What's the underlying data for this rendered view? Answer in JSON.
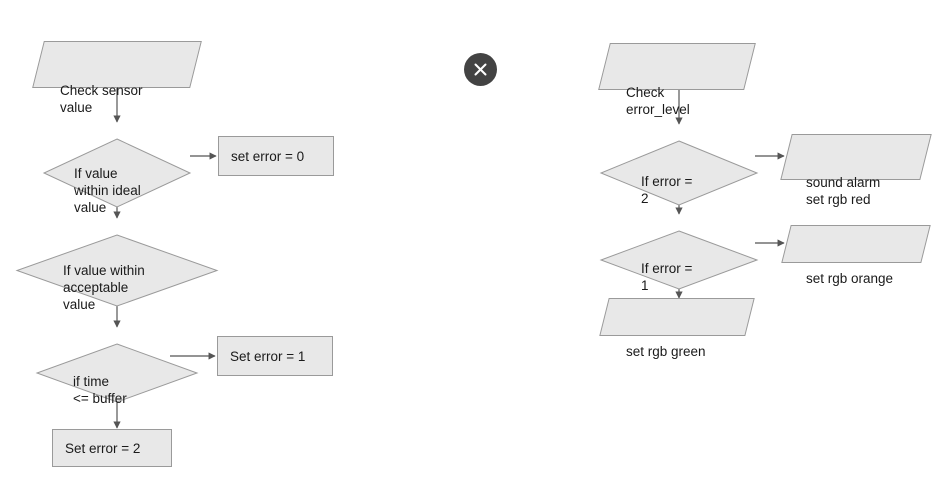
{
  "page": {
    "background_color": "#ffffff",
    "shape_fill_color": "#e8e8e8",
    "shape_border_color": "#9a9a9a",
    "text_color": "#1a1a1a"
  },
  "close_button": {
    "icon": "close-icon",
    "glyph": "✕",
    "background_color": "#434343",
    "glyph_color": "#ffffff"
  },
  "flowcharts": [
    {
      "id": "sensor-error-classification",
      "nodes": [
        {
          "id": "check-sensor-value",
          "shape": "parallelogram",
          "label": "Check sensor\nvalue"
        },
        {
          "id": "if-value-within-ideal-value",
          "shape": "diamond",
          "label": "If value\nwithin ideal\nvalue"
        },
        {
          "id": "set-error-0",
          "shape": "rectangle",
          "label": "set error = 0"
        },
        {
          "id": "if-value-within-acceptable-value",
          "shape": "diamond",
          "label": "If value within\nacceptable\nvalue"
        },
        {
          "id": "if-time-lte-buffer",
          "shape": "diamond",
          "label": "if time\n<= buffer"
        },
        {
          "id": "set-error-1",
          "shape": "rectangle",
          "label": "Set error = 1"
        },
        {
          "id": "set-error-2",
          "shape": "rectangle",
          "label": "Set error = 2"
        }
      ]
    },
    {
      "id": "error-level-indicator",
      "nodes": [
        {
          "id": "check-error-level",
          "shape": "parallelogram",
          "label": "Check\nerror_level"
        },
        {
          "id": "if-error-2",
          "shape": "diamond",
          "label": "If error =\n2"
        },
        {
          "id": "sound-alarm-set-rgb-red",
          "shape": "parallelogram",
          "label": "sound alarm\nset rgb red"
        },
        {
          "id": "if-error-1",
          "shape": "diamond",
          "label": "If error =\n1"
        },
        {
          "id": "set-rgb-orange",
          "shape": "parallelogram",
          "label": "set rgb orange"
        },
        {
          "id": "set-rgb-green",
          "shape": "parallelogram",
          "label": "set rgb green"
        }
      ]
    }
  ]
}
